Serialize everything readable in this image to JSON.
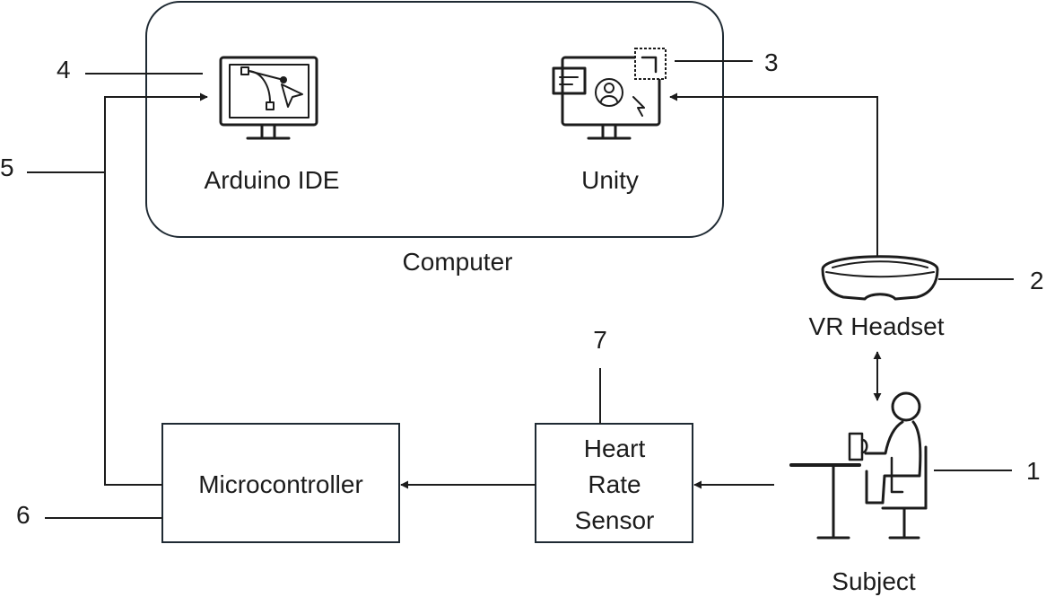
{
  "computer": {
    "label": "Computer",
    "apps": [
      {
        "label": "Arduino IDE",
        "icon": "bezier-monitor-icon"
      },
      {
        "label": "Unity",
        "icon": "unity-monitor-icon"
      }
    ]
  },
  "blocks": {
    "microcontroller": "Microcontroller",
    "sensor": [
      "Heart",
      "Rate",
      "Sensor"
    ]
  },
  "devices": {
    "headset": "VR Headset",
    "subject": "Subject"
  },
  "callouts": [
    "1",
    "2",
    "3",
    "4",
    "5",
    "6",
    "7"
  ]
}
